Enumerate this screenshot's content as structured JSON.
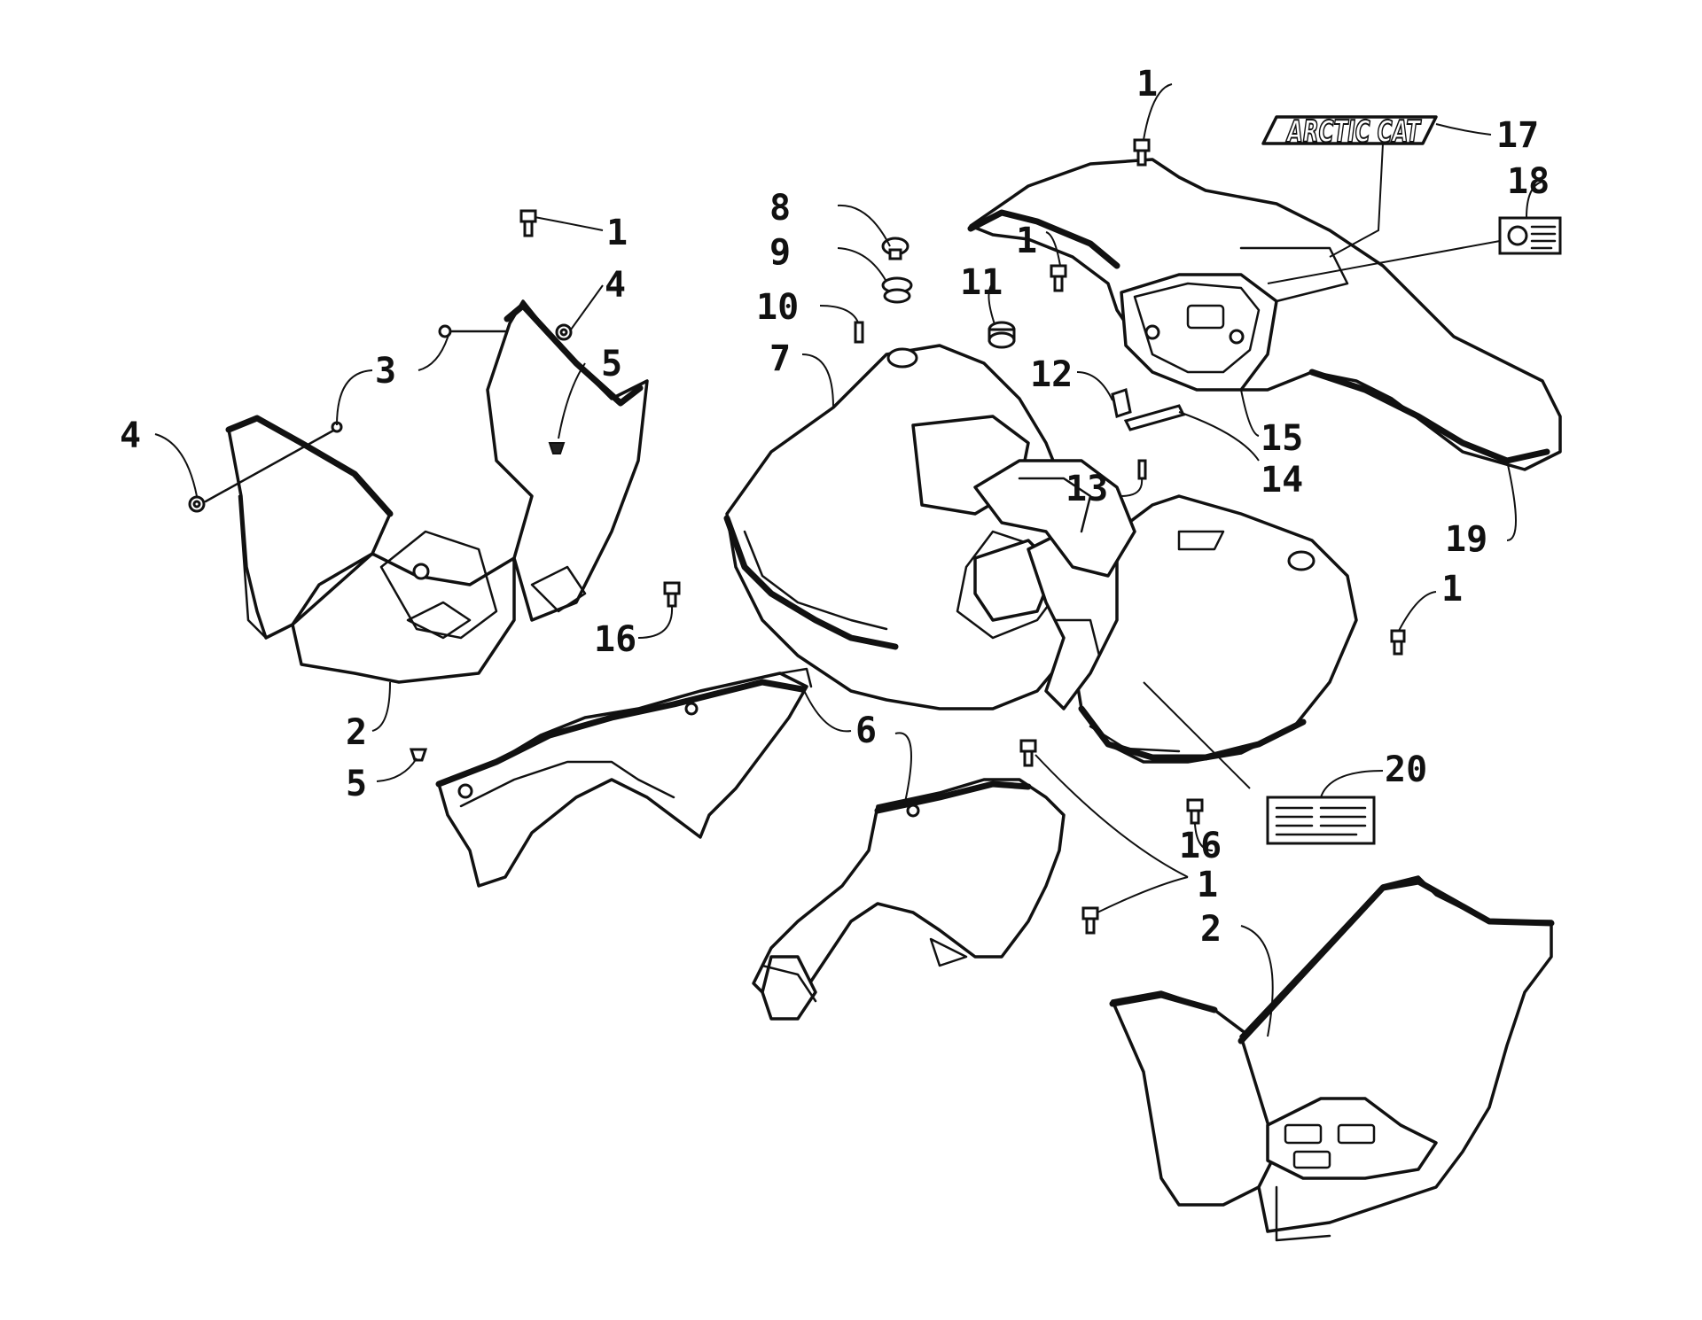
{
  "diagram": {
    "callouts": [
      {
        "id": "c1a",
        "text": "1"
      },
      {
        "id": "c1b",
        "text": "1"
      },
      {
        "id": "c1c",
        "text": "1"
      },
      {
        "id": "c1d",
        "text": "1"
      },
      {
        "id": "c1e",
        "text": "1"
      },
      {
        "id": "c2a",
        "text": "2"
      },
      {
        "id": "c2b",
        "text": "2"
      },
      {
        "id": "c3",
        "text": "3"
      },
      {
        "id": "c4a",
        "text": "4"
      },
      {
        "id": "c4b",
        "text": "4"
      },
      {
        "id": "c5a",
        "text": "5"
      },
      {
        "id": "c5b",
        "text": "5"
      },
      {
        "id": "c6",
        "text": "6"
      },
      {
        "id": "c7",
        "text": "7"
      },
      {
        "id": "c8",
        "text": "8"
      },
      {
        "id": "c9",
        "text": "9"
      },
      {
        "id": "c10",
        "text": "10"
      },
      {
        "id": "c11",
        "text": "11"
      },
      {
        "id": "c12",
        "text": "12"
      },
      {
        "id": "c13",
        "text": "13"
      },
      {
        "id": "c14",
        "text": "14"
      },
      {
        "id": "c15",
        "text": "15"
      },
      {
        "id": "c16a",
        "text": "16"
      },
      {
        "id": "c16b",
        "text": "16"
      },
      {
        "id": "c17",
        "text": "17"
      },
      {
        "id": "c18",
        "text": "18"
      },
      {
        "id": "c19",
        "text": "19"
      },
      {
        "id": "c20",
        "text": "20"
      }
    ],
    "logo_text": "ARCTIC CAT",
    "colors": {
      "ink": "#111111",
      "paper": "#ffffff"
    }
  }
}
